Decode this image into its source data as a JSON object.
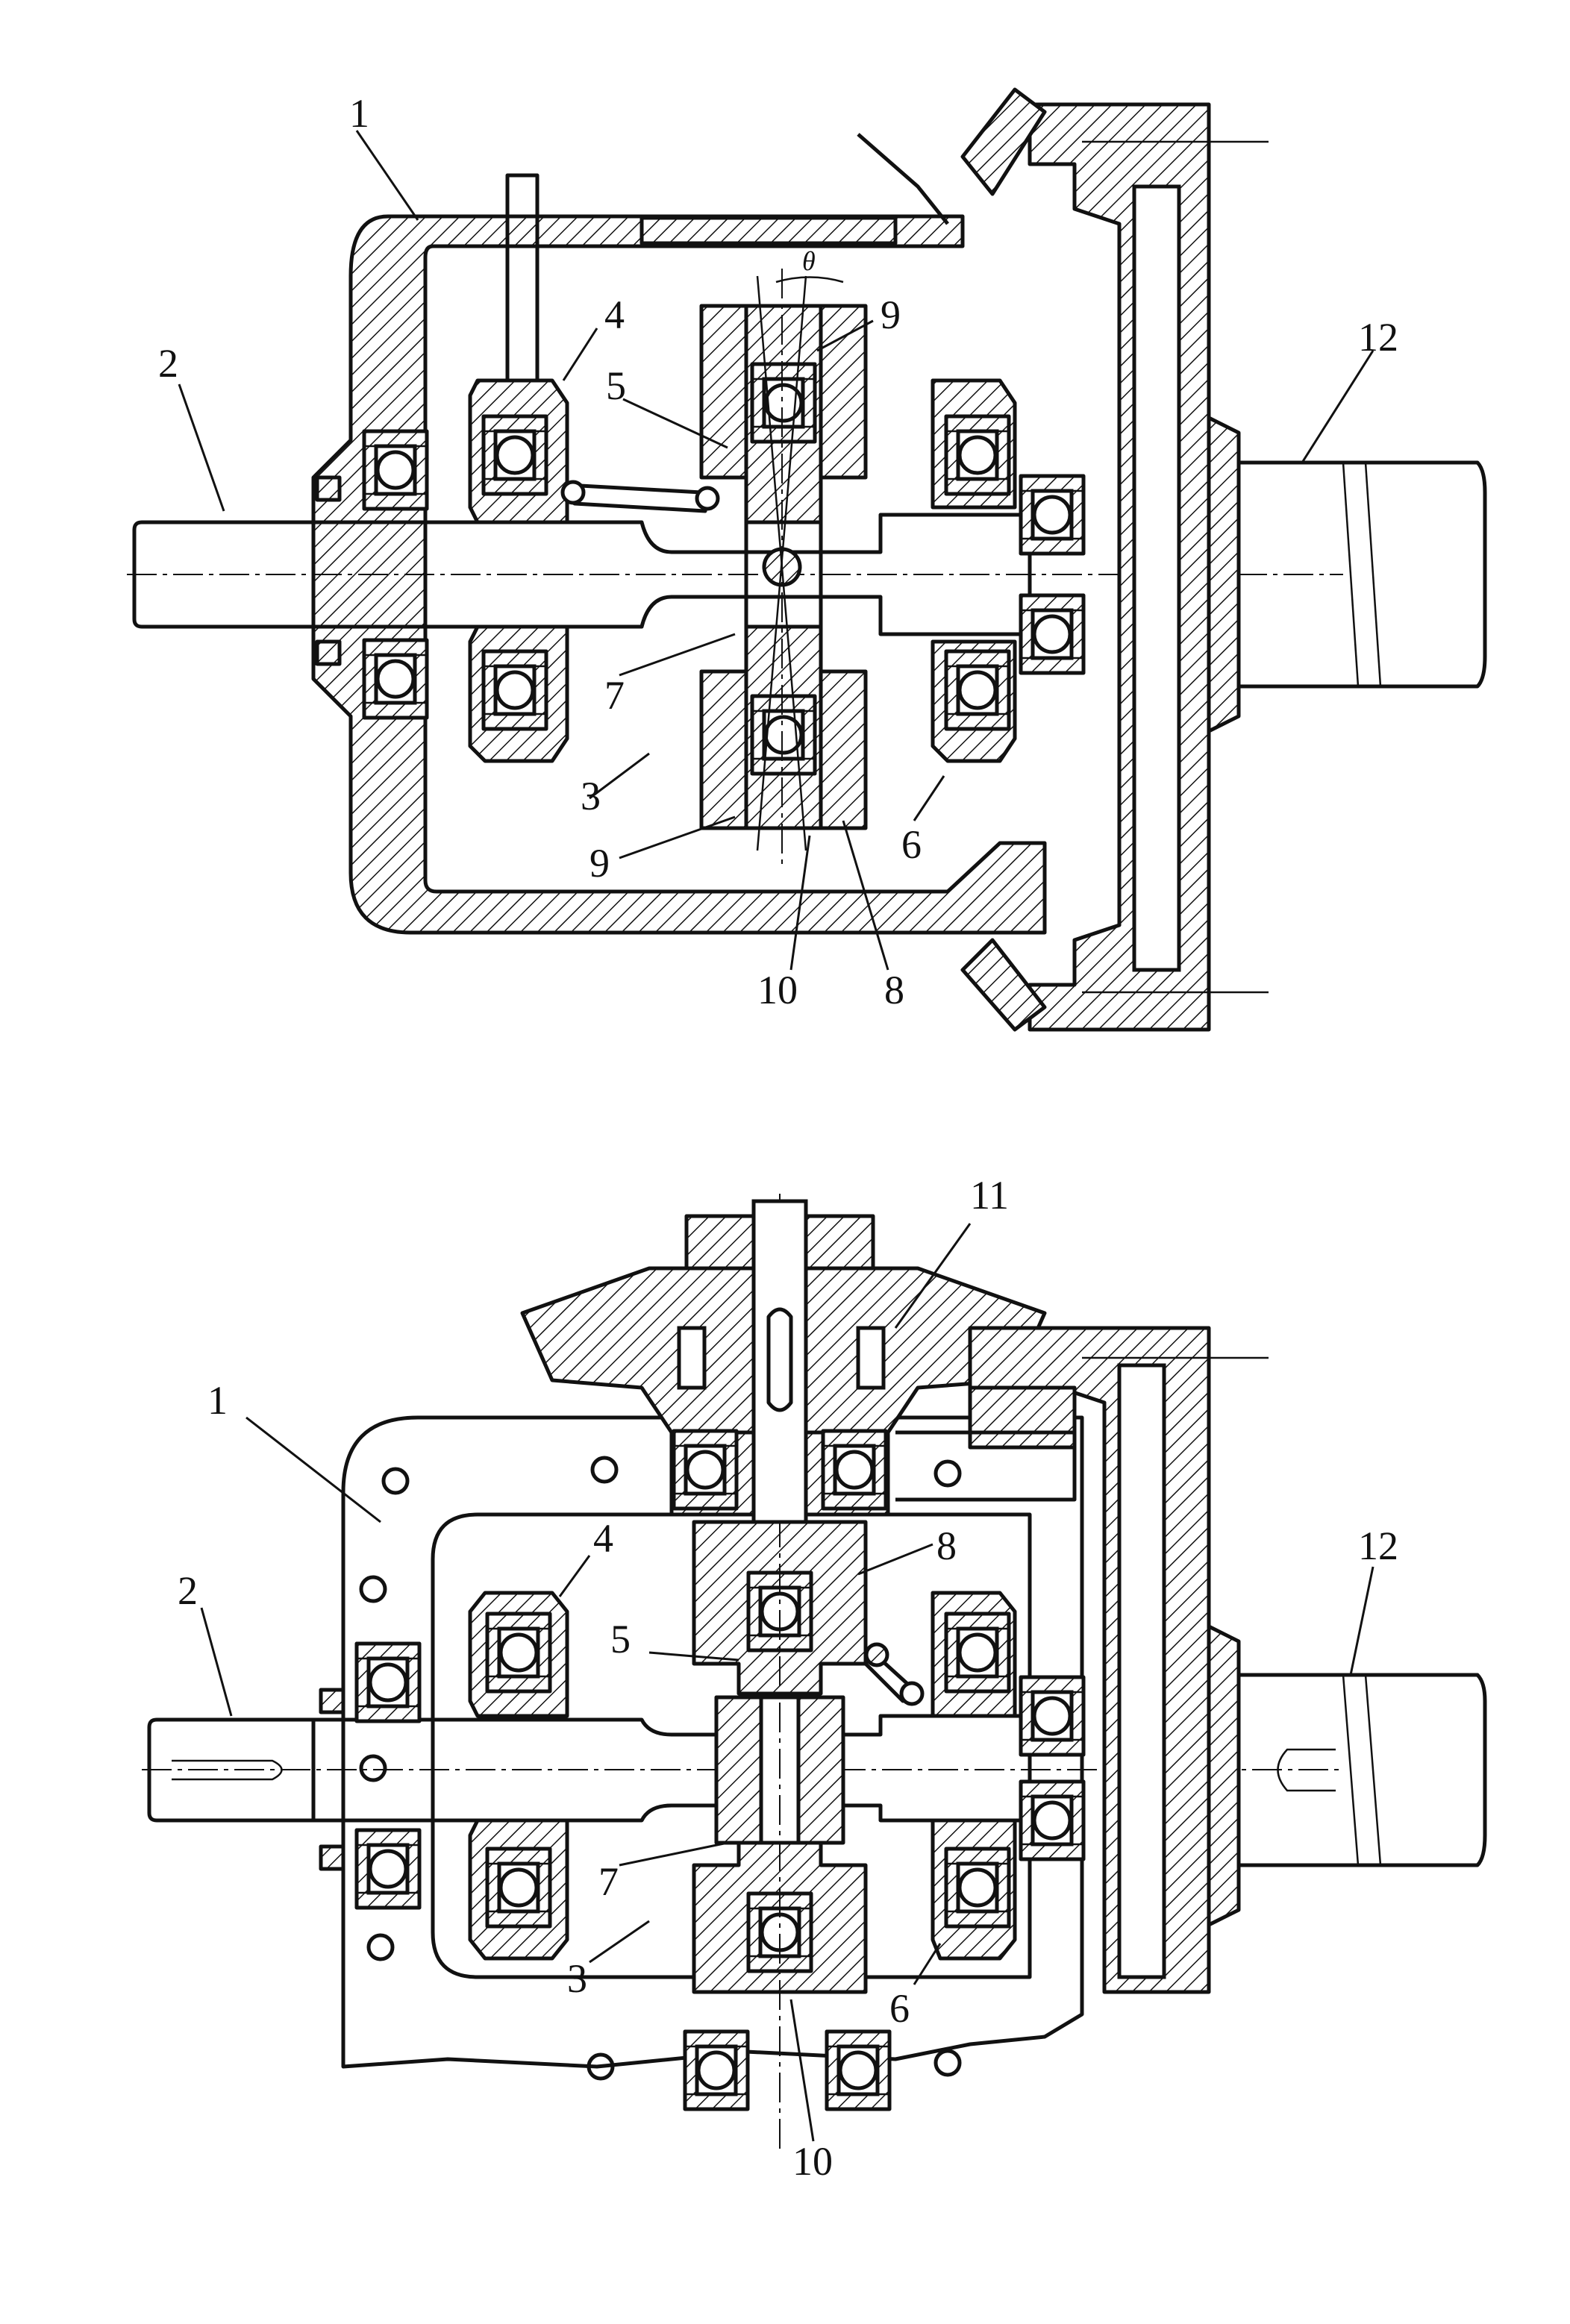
{
  "figure": {
    "top_view": {
      "callouts": {
        "c1": "1",
        "c2": "2",
        "c3": "3",
        "c4": "4",
        "c5": "5",
        "c6": "6",
        "c7": "7",
        "c8": "8",
        "c9a": "9",
        "c9b": "9",
        "c10": "10",
        "c12": "12",
        "theta": "θ"
      }
    },
    "bottom_view": {
      "callouts": {
        "c1": "1",
        "c2": "2",
        "c3": "3",
        "c4": "4",
        "c5": "5",
        "c6": "6",
        "c7": "7",
        "c8": "8",
        "c10": "10",
        "c11": "11",
        "c12": "12"
      }
    }
  }
}
